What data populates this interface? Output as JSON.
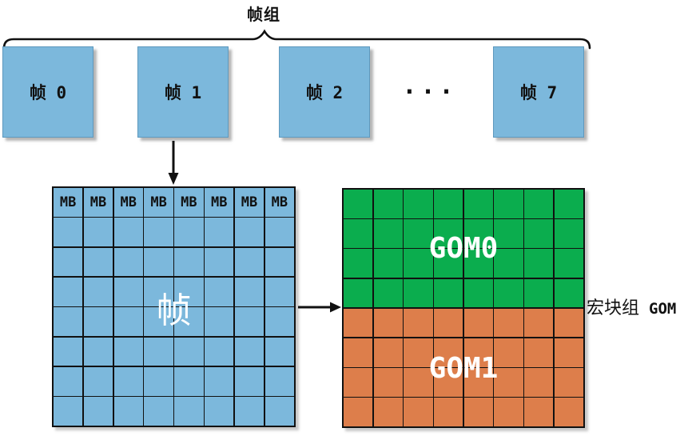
{
  "title": "帧组",
  "colors": {
    "frame_blue": "#7CB8DC",
    "gom_green": "#0BAD4E",
    "gom_orange": "#DD7E4B",
    "line": "#111111",
    "overlay_text": "#FFFFFF"
  },
  "frame_row": {
    "frames": [
      "帧 0",
      "帧 1",
      "帧 2",
      "帧 7"
    ],
    "ellipsis": "..."
  },
  "frame_grid": {
    "rows": 8,
    "cols": 8,
    "mb_label": "MB",
    "overlay_label": "帧"
  },
  "gom_grid": {
    "rows": 8,
    "cols": 8,
    "gom0_rows": 4,
    "gom0_label": "GOM0",
    "gom1_label": "GOM1"
  },
  "side_label": {
    "cjk": "宏块组",
    "code": "GOM"
  }
}
